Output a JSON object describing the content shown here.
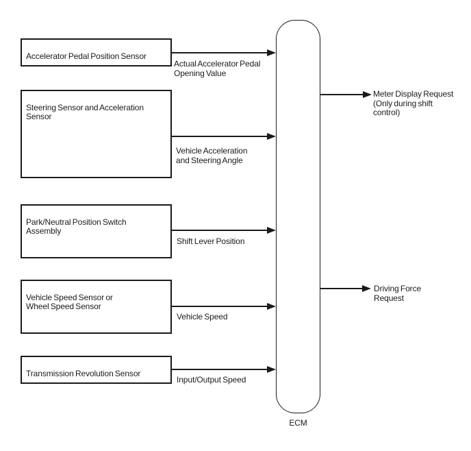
{
  "diagram": {
    "ecm": {
      "label": "ECM"
    },
    "sensors": [
      {
        "label": "Accelerator Pedal Position Sensor",
        "signal": "Actual Accelerator Pedal\nOpening Value"
      },
      {
        "label": "Steering Sensor and Acceleration\nSensor",
        "signal": "Vehicle Acceleration\nand Steering Angle"
      },
      {
        "label": "Park/Neutral Position Switch\nAssembly",
        "signal": "Shift Lever Position"
      },
      {
        "label": "Vehicle Speed Sensor or\nWheel Speed Sensor",
        "signal": "Vehicle Speed"
      },
      {
        "label": "Transmission Revolution Sensor",
        "signal": "Input/Output Speed"
      }
    ],
    "outputs": [
      {
        "label": "Meter Display Request\n(Only during shift\ncontrol)"
      },
      {
        "label": "Driving Force\nRequest"
      }
    ],
    "colors": {
      "line": "#1a1a1a",
      "background": "#ffffff"
    }
  }
}
